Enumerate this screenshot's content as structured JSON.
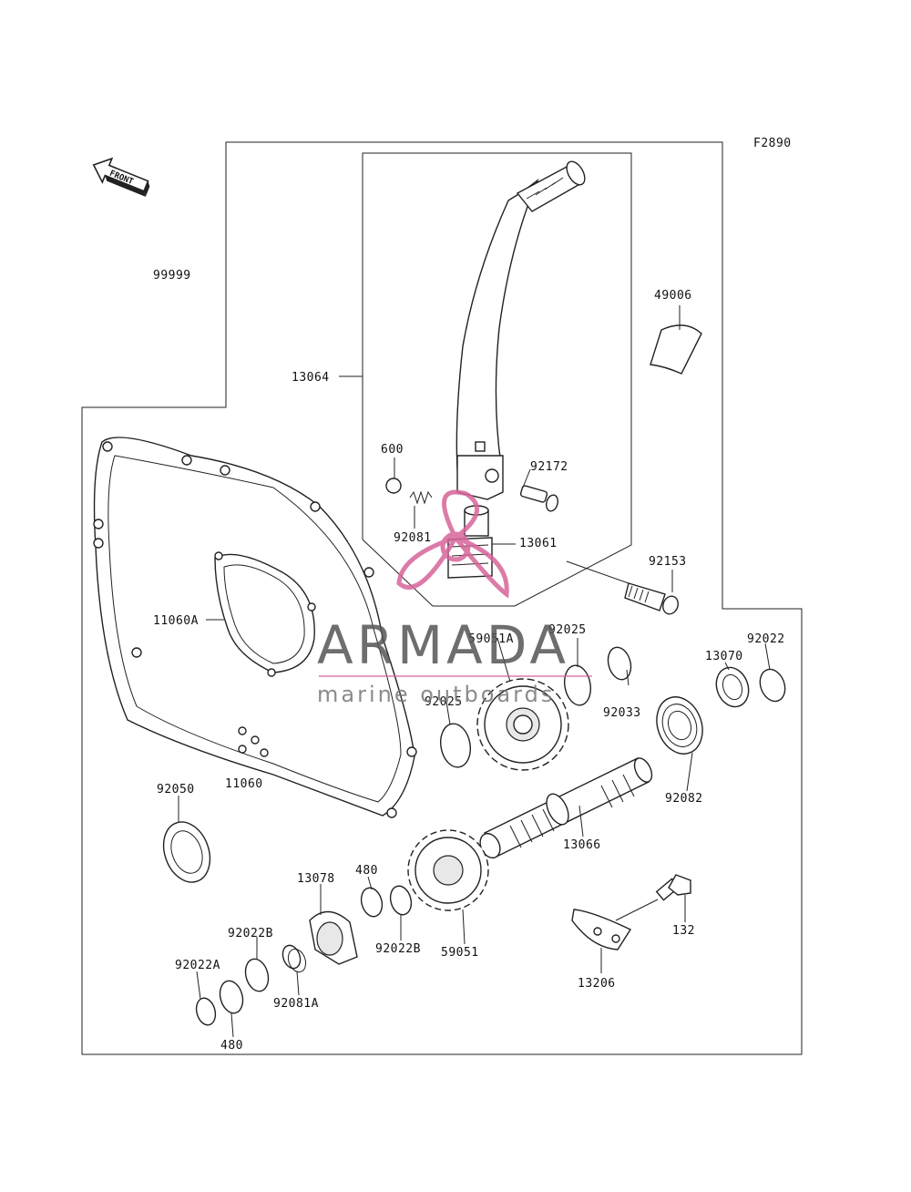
{
  "figure_code": "F2890",
  "front_arrow_text": "FRONT",
  "watermark": {
    "brand": "ARMADA",
    "tagline": "marine outboards",
    "accent_color": "#d6649a",
    "text_color": "#555555"
  },
  "labels": {
    "l99999": "99999",
    "l13064": "13064",
    "l49006": "49006",
    "l600": "600",
    "l92172": "92172",
    "l92081": "92081",
    "l13061": "13061",
    "l92153": "92153",
    "l11060A": "11060A",
    "l59051A": "59051A",
    "l92025a": "92025",
    "l92025b": "92025",
    "l92033": "92033",
    "l13070": "13070",
    "l92022": "92022",
    "l92082": "92082",
    "l11060": "11060",
    "l92050": "92050",
    "l13066": "13066",
    "l13078": "13078",
    "l480a": "480",
    "l92022B_a": "92022B",
    "l92022B_b": "92022B",
    "l59051": "59051",
    "l132": "132",
    "l92022A": "92022A",
    "l92081A": "92081A",
    "l13206": "13206",
    "l480b": "480"
  }
}
